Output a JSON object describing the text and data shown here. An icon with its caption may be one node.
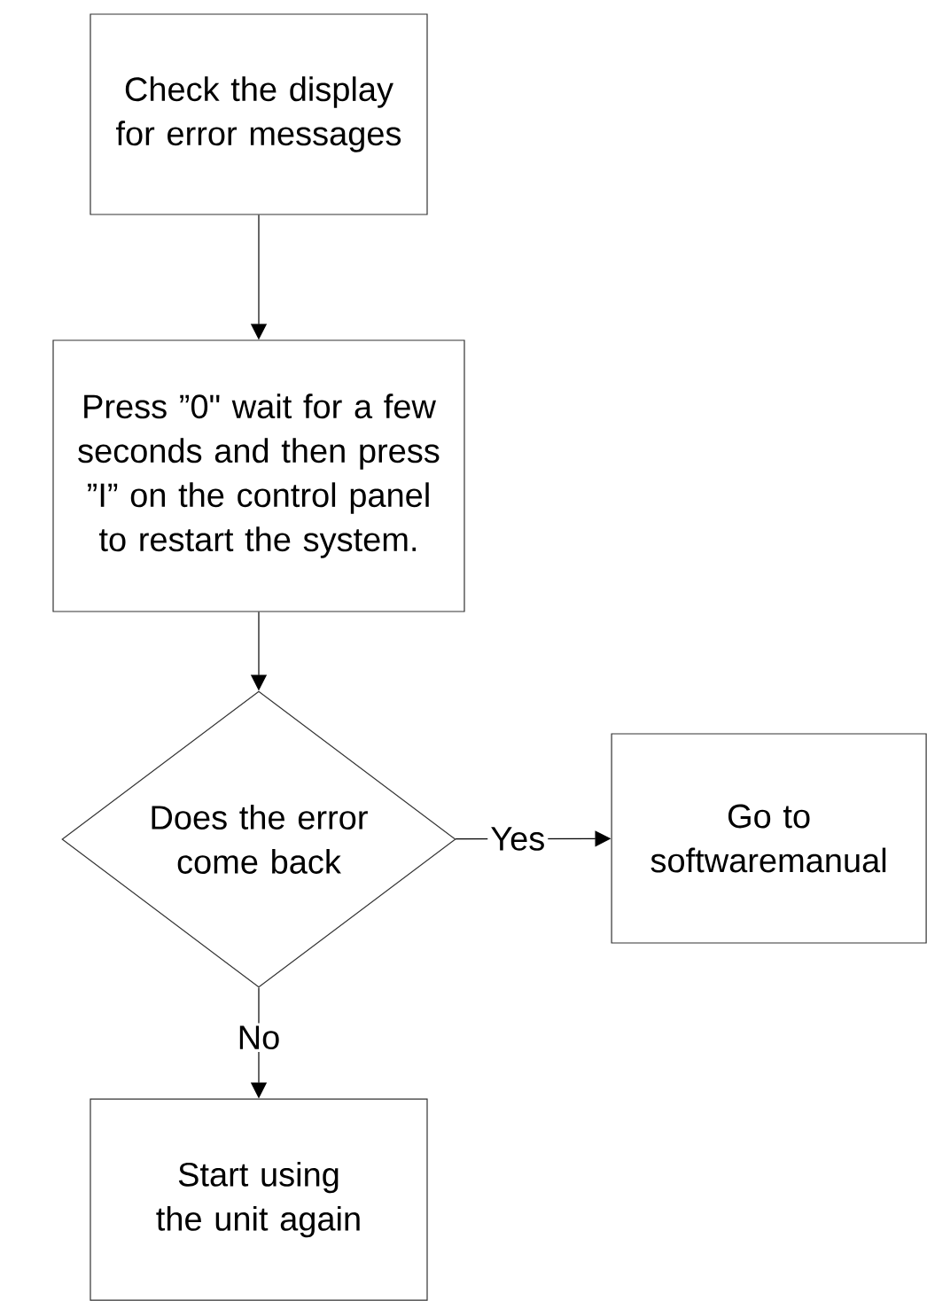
{
  "diagram": {
    "nodes": [
      {
        "text": [
          "Check the display for error messages"
        ]
      },
      {
        "text": [
          "Press ”0\" wait for a few seconds and then press ”I” on the control panel to restart the system."
        ]
      },
      {
        "text": [
          "Does the error come back"
        ]
      },
      {
        "text": [
          "Go to softwaremanual"
        ]
      },
      {
        "text": [
          "Start using the unit again"
        ]
      }
    ],
    "edges": [
      {
        "from": 0,
        "to": 1,
        "arrow": "to"
      },
      {
        "from": 1,
        "to": 2,
        "arrow": "to"
      },
      {
        "from": 2,
        "to": 3,
        "arrow": "to",
        "label": "Yes"
      },
      {
        "from": 2,
        "to": 4,
        "arrow": "to",
        "label": "No"
      }
    ]
  }
}
